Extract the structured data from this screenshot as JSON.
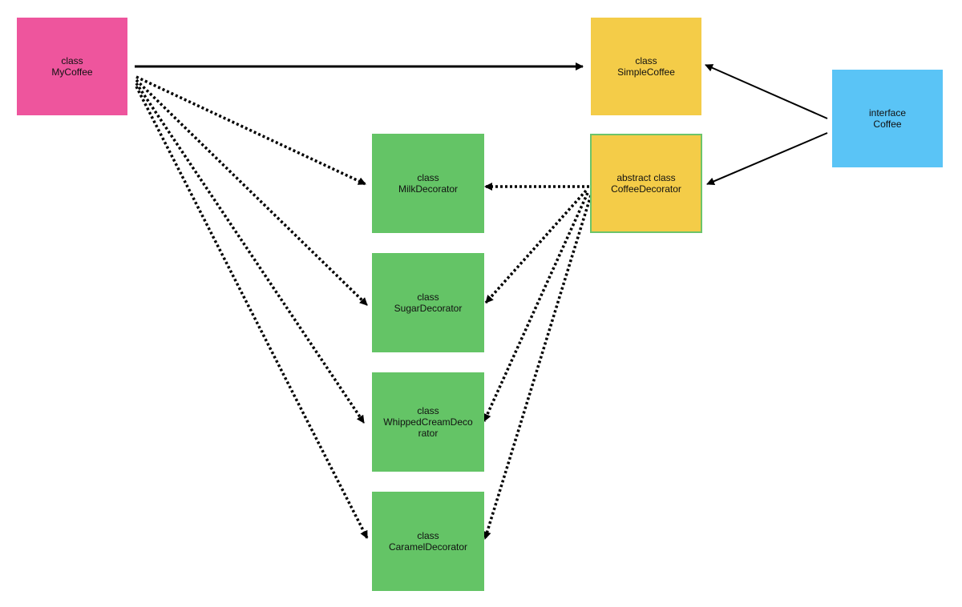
{
  "colors": {
    "client": "#ee559d",
    "concrete": "#f4cc48",
    "interface": "#5ac4f6",
    "decorator": "#64c466",
    "edge": "#000000"
  },
  "nodes": {
    "mycoffee": {
      "id": "MyCoffee",
      "kind": "class",
      "label": "class\nMyCoffee",
      "color": "client"
    },
    "simplecoffee": {
      "id": "SimpleCoffee",
      "kind": "class",
      "label": "class\nSimpleCoffee",
      "color": "concrete"
    },
    "coffee": {
      "id": "Coffee",
      "kind": "interface",
      "label": "interface\nCoffee",
      "color": "interface"
    },
    "coffeedecorator": {
      "id": "CoffeeDecorator",
      "kind": "abstract class",
      "label": "abstract class\nCoffeeDecorator",
      "color": "concrete"
    },
    "milk": {
      "id": "MilkDecorator",
      "kind": "class",
      "label": "class\nMilkDecorator",
      "color": "decorator"
    },
    "sugar": {
      "id": "SugarDecorator",
      "kind": "class",
      "label": "class\nSugarDecorator",
      "color": "decorator"
    },
    "whipped": {
      "id": "WhippedCreamDecorator",
      "kind": "class",
      "label": "class\nWhippedCreamDeco\nrator",
      "color": "decorator"
    },
    "caramel": {
      "id": "CaramelDecorator",
      "kind": "class",
      "label": "class\nCaramelDecorator",
      "color": "decorator"
    }
  },
  "edges": [
    {
      "from": "MyCoffee",
      "to": "SimpleCoffee",
      "style": "solid"
    },
    {
      "from": "Coffee",
      "to": "SimpleCoffee",
      "style": "solid"
    },
    {
      "from": "Coffee",
      "to": "CoffeeDecorator",
      "style": "solid"
    },
    {
      "from": "MyCoffee",
      "to": "MilkDecorator",
      "style": "dotted"
    },
    {
      "from": "MyCoffee",
      "to": "SugarDecorator",
      "style": "dotted"
    },
    {
      "from": "MyCoffee",
      "to": "WhippedCreamDecorator",
      "style": "dotted"
    },
    {
      "from": "MyCoffee",
      "to": "CaramelDecorator",
      "style": "dotted"
    },
    {
      "from": "CoffeeDecorator",
      "to": "MilkDecorator",
      "style": "dotted"
    },
    {
      "from": "CoffeeDecorator",
      "to": "SugarDecorator",
      "style": "dotted"
    },
    {
      "from": "CoffeeDecorator",
      "to": "WhippedCreamDecorator",
      "style": "dotted"
    },
    {
      "from": "CoffeeDecorator",
      "to": "CaramelDecorator",
      "style": "dotted"
    }
  ]
}
